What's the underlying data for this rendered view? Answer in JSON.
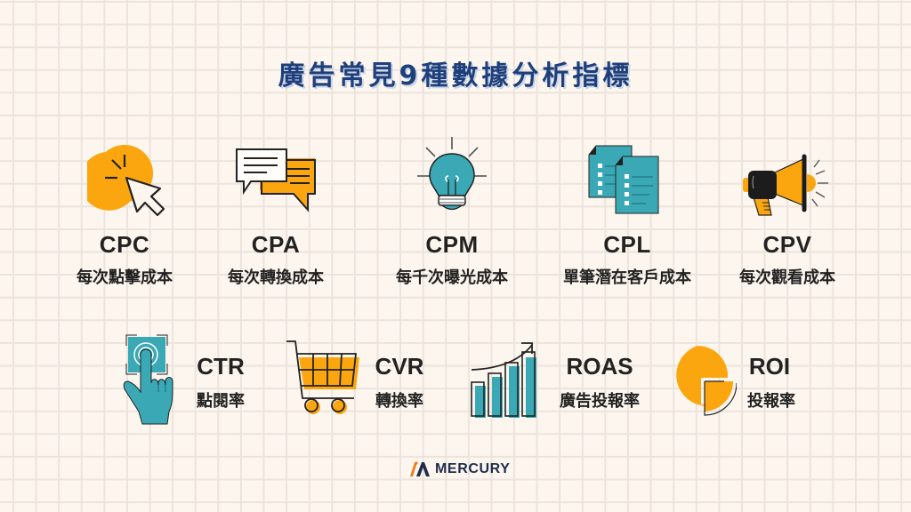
{
  "title": "廣告常見9種數據分析指標",
  "colors": {
    "title": "#1f3f7a",
    "orange": "#fca60f",
    "teal": "#3aa9b5",
    "ink": "#222222",
    "background": "#fdf6ef",
    "grid": "#ebe3dc"
  },
  "top_row": [
    {
      "code": "CPC",
      "desc": "每次點擊成本",
      "icon": "cursor-click-icon"
    },
    {
      "code": "CPA",
      "desc": "每次轉換成本",
      "icon": "chat-bubbles-icon"
    },
    {
      "code": "CPM",
      "desc": "每千次曝光成本",
      "icon": "lightbulb-icon"
    },
    {
      "code": "CPL",
      "desc": "單筆潛在客戶成本",
      "icon": "checklist-documents-icon"
    },
    {
      "code": "CPV",
      "desc": "每次觀看成本",
      "icon": "megaphone-icon"
    }
  ],
  "bottom_row": [
    {
      "code": "CTR",
      "desc": "點閱率",
      "icon": "touch-hand-icon"
    },
    {
      "code": "CVR",
      "desc": "轉換率",
      "icon": "shopping-cart-icon"
    },
    {
      "code": "ROAS",
      "desc": "廣告投報率",
      "icon": "growth-bar-chart-icon"
    },
    {
      "code": "ROI",
      "desc": "投報率",
      "icon": "pie-chart-icon"
    }
  ],
  "footer": {
    "brand": "MERCURY",
    "logo_icon": "mercury-logo-icon"
  }
}
